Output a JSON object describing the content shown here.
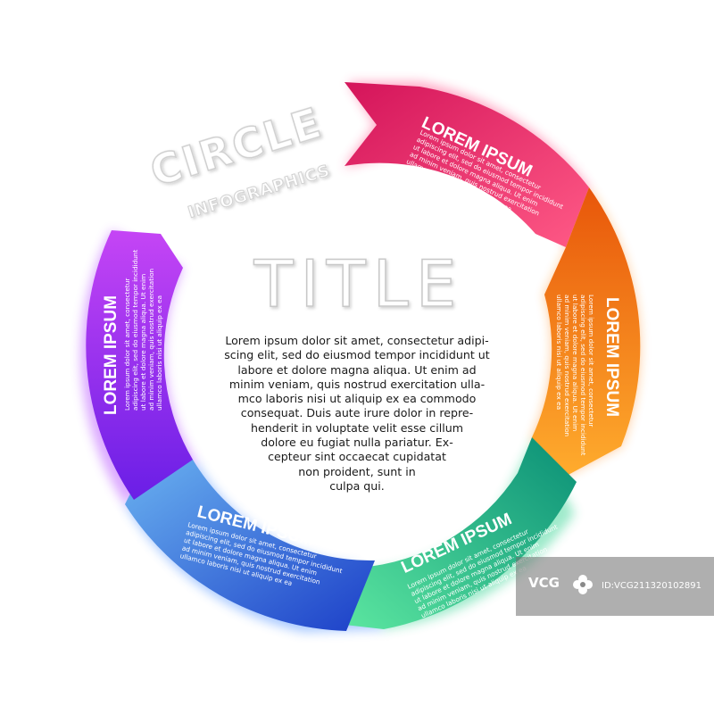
{
  "header": {
    "circle_word": "CIRCLE",
    "infographics_word": "INFOGRAPHICS"
  },
  "center": {
    "title": "TITLE",
    "body_lines": [
      "Lorem ipsum dolor sit amet, consectetur adipi-",
      "scing elit, sed do eiusmod tempor incididunt ut",
      "labore et dolore magna aliqua. Ut enim ad",
      "minim veniam, quis nostrud exercitation ulla-",
      "mco laboris nisi ut aliquip ex ea commodo",
      "consequat. Duis aute irure dolor in repre-",
      "henderit in voluptate velit esse cillum",
      "dolore eu fugiat nulla pariatur. Ex-",
      "cepteur sint occaecat cupidatat",
      "non proident, sunt in",
      "culpa qui."
    ]
  },
  "segments": [
    {
      "id": "magenta",
      "color": "#e8185c",
      "heading": "LOREM IPSUM",
      "lines": [
        "Lorem ipsum dolor sit amet, consectetur",
        "adipiscing elit, sed do eiusmod tempor incididunt",
        "ut labore et dolore magna aliqua. Ut enim",
        "ad minim veniam, quis nostrud exercitation",
        "ullamco laboris nisi ut aliquip ex ea"
      ]
    },
    {
      "id": "orange",
      "color": "#f7860e",
      "heading": "LOREM IPSUM",
      "lines": [
        "Lorem ipsum dolor sit amet, consectetur",
        "adipiscing elit, sed do eiusmod tempor incididunt",
        "ut labore et dolore magna aliqua. Ut enim",
        "ad minim veniam, quis nostrud exercitation",
        "ullamco laboris nisi ut aliquip ex ea"
      ]
    },
    {
      "id": "green",
      "color": "#1fb386",
      "heading": "LOREM IPSUM",
      "lines": [
        "Lorem ipsum dolor sit amet, consectetur",
        "adipiscing elit, sed do eiusmod tempor incididunt",
        "ut labore et dolore magna aliqua. Ut enim",
        "ad minim veniam, quis nostrud exercitation",
        "ullamco laboris nisi ut aliquip ex ea"
      ]
    },
    {
      "id": "blue",
      "color": "#2f6fe0",
      "heading": "LOREM IPSUM",
      "lines": [
        "Lorem ipsum dolor sit amet, consectetur",
        "adipiscing elit, sed do eiusmod tempor incididunt",
        "ut labore et dolore magna aliqua. Ut enim",
        "ad minim veniam, quis nostrud exercitation",
        "ullamco laboris nisi ut aliquip ex ea"
      ]
    },
    {
      "id": "purple",
      "color": "#9b2df0",
      "heading": "LOREM IPSUM",
      "lines": [
        "Lorem ipsum dolor sit amet, consectetur",
        "adipiscing elit, sed do eiusmod tempor incididunt",
        "ut labore et dolore magna aliqua. Ut enim",
        "ad minim veniam, quis nostrud exercitation",
        "ullamco laboris nisi ut aliquip ex ea"
      ]
    }
  ],
  "watermark": {
    "logo": "VCG",
    "id_text": "ID:VCG211320102891"
  }
}
